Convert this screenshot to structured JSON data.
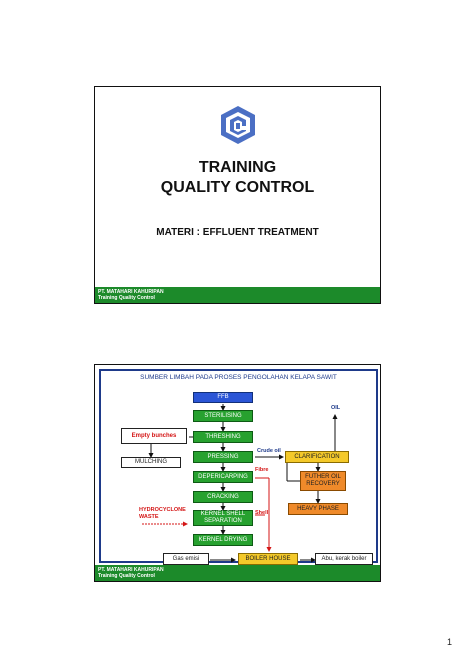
{
  "slide1": {
    "title_line1": "TRAINING",
    "title_line2": "QUALITY CONTROL",
    "subtitle": "MATERI : EFFLUENT TREATMENT",
    "footer_line1": "PT. MATAHARI KAHURIPAN",
    "footer_line2": "Training Quality Control"
  },
  "slide2": {
    "title": "SUMBER LIMBAH PADA PROSES PENGOLAHAN KELAPA SAWIT",
    "boxes": {
      "ffb": "FFB",
      "sterilising": "STERILISING",
      "threshing": "THRESHING",
      "pressing": "PRESSING",
      "depericarping": "DEPERICARPING",
      "cracking": "CRACKING",
      "kernel_shell_separation": "KERNEL SHELL SEPARATION",
      "kernel_drying": "KERNEL DRYING",
      "clarification": "CLARIFICATION",
      "further_oil_recovery": "FUTHER OIL RECOVERY",
      "heavy_phase": "HEAVY PHASE",
      "boiler_house": "BOILER HOUSE",
      "empty_bunches": "Empty bunches",
      "mulching": "MULCHING",
      "gas_emisi": "Gas emisi",
      "abu_kerak": "Abu, kerak boiler"
    },
    "labels": {
      "oil": "OIL",
      "crude_oil": "Crude oil",
      "fibre": "Fibre",
      "shell": "Shell",
      "hydrocyclone": "HYDROCYCLONE WASTE"
    },
    "footer_line1": "PT. MATAHARI KAHURIPAN",
    "footer_line2": "Training Quality Control"
  },
  "page_number": "1",
  "colors": {
    "footer_green": "#1c8a2a",
    "frame_navy": "#1e3a8a",
    "process_green": "#27a12f",
    "ffb_blue": "#2b55d6",
    "clarification_yellow": "#f4c92a",
    "recovery_orange": "#ef8a2a",
    "waste_red": "#d41515"
  }
}
